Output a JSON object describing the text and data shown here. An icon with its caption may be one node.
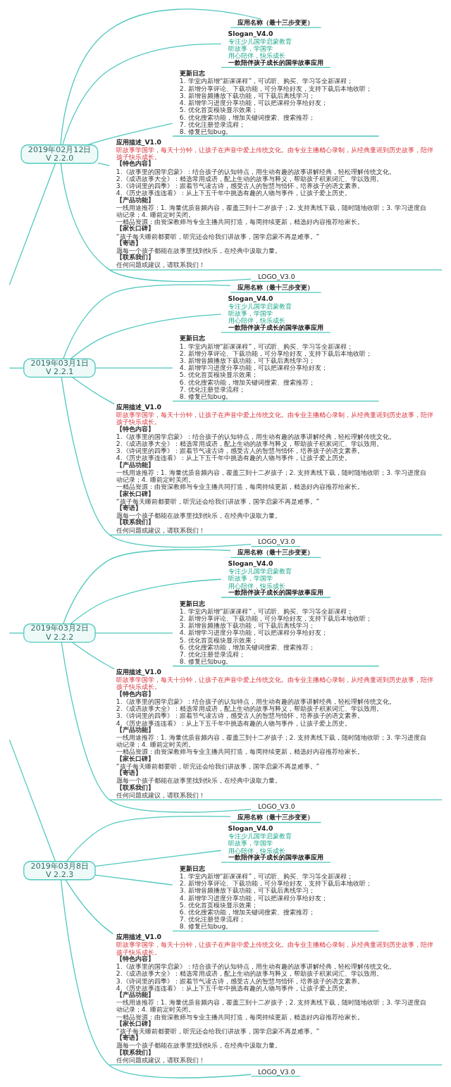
{
  "diagram": {
    "nodes": [
      {
        "text": [
          "2019年02月12日",
          "V 2.2.0"
        ]
      },
      {
        "text": [
          "应用名称（最十三步变更）"
        ]
      },
      {
        "text": [
          "Slogan_V4.0",
          "专注少儿国学启蒙教育",
          "听故事，学国学",
          "用心陪伴，快乐成长",
          "一款陪伴孩子成长的国学故事应用"
        ]
      },
      {
        "text": [
          "更新日志",
          "1. 学堂内新增“新课课程”，可试听、购买、学习等全新课程；",
          "2. 新增分享评论、下载功能，可分享给好友，支持下载后本地收听；",
          "3. 新增音频播放下载功能，可下载后离线学习；",
          "4. 新增学习进度分享功能，可以把课程分享给好友；",
          "5. 优化首页模块显示效果；",
          "6. 优化搜索功能，增加关键词搜索、搜索推荐；",
          "7. 优化注册登录流程；",
          "8. 修复已知bug。"
        ]
      },
      {
        "text": [
          "应用描述_V1.0",
          "听故事学国学，每天十分钟，让孩子在声音中爱上传统文化。由专业主播精心录制，从经典童谣到历史故事，陪伴孩子快乐成长。",
          "【特色内容】",
          "1.《故事里的国学启蒙》：结合孩子的认知特点，用生动有趣的故事讲解经典，轻松理解传统文化。",
          "2.《成语故事大全》：精选常用成语，配上生动的故事与释义，帮助孩子积累词汇、学以致用。",
          "3.《诗词里的四季》：跟着节气读古诗，感受古人的智慧与情怀，培养孩子的语文素养。",
          "4.《历史故事连连看》：从上下五千年中挑选有趣的人物与事件，让孩子爱上历史。",
          "【产品功能】",
          "一线用途推荐：1. 海量优质音频内容，覆盖三到十二岁孩子；2. 支持离线下载，随时随地收听；3. 学习进度自动记录；4. 睡前定时关闭。",
          "一精品资源：由资深教师与专业主播共同打造，每周持续更新，精选好内容推荐给家长。",
          "【家长口碑】",
          "“孩子每天睡前都要听，听完还会给我们讲故事，国学启蒙不再是难事。”",
          "【寄语】",
          "愿每一个孩子都能在故事里找到快乐，在经典中汲取力量。",
          "【联系我们】",
          "任何问题或建议，请联系我们！"
        ]
      },
      {
        "text": [
          "LOGO_V3.0"
        ]
      },
      {
        "text": [
          "2019年03月1日",
          "V 2.2.1"
        ]
      },
      {
        "text": [
          "应用名称（最十三步变更）"
        ]
      },
      {
        "text": [
          "Slogan_V4.0",
          "专注少儿国学启蒙教育",
          "听故事，学国学",
          "用心陪伴，快乐成长",
          "一款陪伴孩子成长的国学故事应用"
        ]
      },
      {
        "text": [
          "更新日志",
          "1. 学堂内新增“新课课程”，可试听、购买、学习等全新课程；",
          "2. 新增分享评论、下载功能，可分享给好友，支持下载后本地收听；",
          "3. 新增音频播放下载功能，可下载后离线学习；",
          "4. 新增学习进度分享功能，可以把课程分享给好友；",
          "5. 优化首页模块显示效果；",
          "6. 优化搜索功能，增加关键词搜索、搜索推荐；",
          "7. 优化注册登录流程；",
          "8. 修复已知bug。"
        ]
      },
      {
        "text": [
          "应用描述_V1.0",
          "听故事学国学，每天十分钟，让孩子在声音中爱上传统文化。由专业主播精心录制，从经典童谣到历史故事，陪伴孩子快乐成长。",
          "【特色内容】",
          "1.《故事里的国学启蒙》：结合孩子的认知特点，用生动有趣的故事讲解经典，轻松理解传统文化。",
          "2.《成语故事大全》：精选常用成语，配上生动的故事与释义，帮助孩子积累词汇、学以致用。",
          "3.《诗词里的四季》：跟着节气读古诗，感受古人的智慧与情怀，培养孩子的语文素养。",
          "4.《历史故事连连看》：从上下五千年中挑选有趣的人物与事件，让孩子爱上历史。",
          "【产品功能】",
          "一线用途推荐：1. 海量优质音频内容，覆盖三到十二岁孩子；2. 支持离线下载，随时随地收听；3. 学习进度自动记录；4. 睡前定时关闭。",
          "一精品资源：由资深教师与专业主播共同打造，每周持续更新，精选好内容推荐给家长。",
          "【家长口碑】",
          "“孩子每天睡前都要听，听完还会给我们讲故事，国学启蒙不再是难事。”",
          "【寄语】",
          "愿每一个孩子都能在故事里找到快乐，在经典中汲取力量。",
          "【联系我们】",
          "任何问题或建议，请联系我们！"
        ]
      },
      {
        "text": [
          "LOGO_V3.0"
        ]
      },
      {
        "text": [
          "2019年03月2日",
          "V 2.2.2"
        ]
      },
      {
        "text": [
          "应用名称（最十三步变更）"
        ]
      },
      {
        "text": [
          "Slogan_V4.0",
          "专注少儿国学启蒙教育",
          "听故事，学国学",
          "用心陪伴，快乐成长",
          "一款陪伴孩子成长的国学故事应用"
        ]
      },
      {
        "text": [
          "更新日志",
          "1. 学堂内新增“新课课程”，可试听、购买、学习等全新课程；",
          "2. 新增分享评论、下载功能，可分享给好友，支持下载后本地收听；",
          "3. 新增音频播放下载功能，可下载后离线学习；",
          "4. 新增学习进度分享功能，可以把课程分享给好友；",
          "5. 优化首页模块显示效果；",
          "6. 优化搜索功能，增加关键词搜索、搜索推荐；",
          "7. 优化注册登录流程；",
          "8. 修复已知bug。"
        ]
      },
      {
        "text": [
          "应用描述_V1.0",
          "听故事学国学，每天十分钟，让孩子在声音中爱上传统文化。由专业主播精心录制，从经典童谣到历史故事，陪伴孩子快乐成长。",
          "【特色内容】",
          "1.《故事里的国学启蒙》：结合孩子的认知特点，用生动有趣的故事讲解经典，轻松理解传统文化。",
          "2.《成语故事大全》：精选常用成语，配上生动的故事与释义，帮助孩子积累词汇、学以致用。",
          "3.《诗词里的四季》：跟着节气读古诗，感受古人的智慧与情怀，培养孩子的语文素养。",
          "4.《历史故事连连看》：从上下五千年中挑选有趣的人物与事件，让孩子爱上历史。",
          "【产品功能】",
          "一线用途推荐：1. 海量优质音频内容，覆盖三到十二岁孩子；2. 支持离线下载，随时随地收听；3. 学习进度自动记录；4. 睡前定时关闭。",
          "一精品资源：由资深教师与专业主播共同打造，每周持续更新，精选好内容推荐给家长。",
          "【家长口碑】",
          "“孩子每天睡前都要听，听完还会给我们讲故事，国学启蒙不再是难事。”",
          "【寄语】",
          "愿每一个孩子都能在故事里找到快乐，在经典中汲取力量。",
          "【联系我们】",
          "任何问题或建议，请联系我们！"
        ]
      },
      {
        "text": [
          "LOGO_V3.0"
        ]
      },
      {
        "text": [
          "2019年03月8日",
          "V 2.2.3"
        ]
      },
      {
        "text": [
          "应用名称（最十三步变更）"
        ]
      },
      {
        "text": [
          "Slogan_V4.0",
          "专注少儿国学启蒙教育",
          "听故事，学国学",
          "用心陪伴，快乐成长",
          "一款陪伴孩子成长的国学故事应用"
        ]
      },
      {
        "text": [
          "更新日志",
          "1. 学堂内新增“新课课程”，可试听、购买、学习等全新课程；",
          "2. 新增分享评论、下载功能，可分享给好友，支持下载后本地收听；",
          "3. 新增音频播放下载功能，可下载后离线学习；",
          "4. 新增学习进度分享功能，可以把课程分享给好友；",
          "5. 优化首页模块显示效果；",
          "6. 优化搜索功能，增加关键词搜索、搜索推荐；",
          "7. 优化注册登录流程；",
          "8. 修复已知bug。"
        ]
      },
      {
        "text": [
          "应用描述_V1.0",
          "听故事学国学，每天十分钟，让孩子在声音中爱上传统文化。由专业主播精心录制，从经典童谣到历史故事，陪伴孩子快乐成长。",
          "【特色内容】",
          "1.《故事里的国学启蒙》：结合孩子的认知特点，用生动有趣的故事讲解经典，轻松理解传统文化。",
          "2.《成语故事大全》：精选常用成语，配上生动的故事与释义，帮助孩子积累词汇、学以致用。",
          "3.《诗词里的四季》：跟着节气读古诗，感受古人的智慧与情怀，培养孩子的语文素养。",
          "4.《历史故事连连看》：从上下五千年中挑选有趣的人物与事件，让孩子爱上历史。",
          "【产品功能】",
          "一线用途推荐：1. 海量优质音频内容，覆盖三到十二岁孩子；2. 支持离线下载，随时随地收听；3. 学习进度自动记录；4. 睡前定时关闭。",
          "一精品资源：由资深教师与专业主播共同打造，每周持续更新，精选好内容推荐给家长。",
          "【家长口碑】",
          "“孩子每天睡前都要听，听完还会给我们讲故事，国学启蒙不再是难事。”",
          "【寄语】",
          "愿每一个孩子都能在故事里找到快乐，在经典中汲取力量。",
          "【联系我们】",
          "任何问题或建议，请联系我们！"
        ]
      },
      {
        "text": [
          "LOGO_V3.0"
        ]
      }
    ],
    "edges": [
      {
        "from": null,
        "to": 0,
        "arrow": "none"
      },
      {
        "from": 0,
        "to": 1,
        "arrow": "none"
      },
      {
        "from": 0,
        "to": 2,
        "arrow": "none"
      },
      {
        "from": 0,
        "to": 3,
        "arrow": "none"
      },
      {
        "from": 0,
        "to": 4,
        "arrow": "none"
      },
      {
        "from": 0,
        "to": 5,
        "arrow": "none"
      },
      {
        "from": null,
        "to": 6,
        "arrow": "none"
      },
      {
        "from": 6,
        "to": 7,
        "arrow": "none"
      },
      {
        "from": 6,
        "to": 8,
        "arrow": "none"
      },
      {
        "from": 6,
        "to": 9,
        "arrow": "none"
      },
      {
        "from": 6,
        "to": 10,
        "arrow": "none"
      },
      {
        "from": 6,
        "to": 11,
        "arrow": "none"
      },
      {
        "from": null,
        "to": 12,
        "arrow": "none"
      },
      {
        "from": 12,
        "to": 13,
        "arrow": "none"
      },
      {
        "from": 12,
        "to": 14,
        "arrow": "none"
      },
      {
        "from": 12,
        "to": 15,
        "arrow": "none"
      },
      {
        "from": 12,
        "to": 16,
        "arrow": "none"
      },
      {
        "from": 12,
        "to": 17,
        "arrow": "none"
      },
      {
        "from": null,
        "to": 18,
        "arrow": "none"
      },
      {
        "from": 18,
        "to": 19,
        "arrow": "none"
      },
      {
        "from": 18,
        "to": 20,
        "arrow": "none"
      },
      {
        "from": 18,
        "to": 21,
        "arrow": "none"
      },
      {
        "from": 18,
        "to": 22,
        "arrow": "none"
      },
      {
        "from": 18,
        "to": 23,
        "arrow": "none"
      }
    ]
  }
}
